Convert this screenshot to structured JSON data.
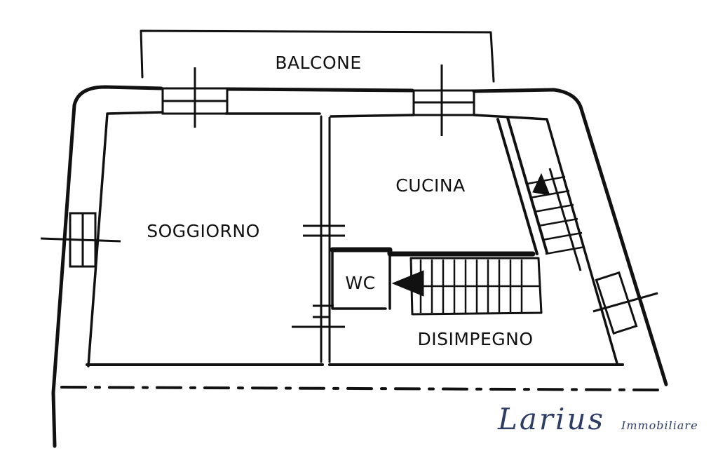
{
  "rooms": {
    "balcone": "BALCONE",
    "cucina": "CUCINA",
    "soggiorno": "SOGGIORNO",
    "wc": "WC",
    "disimpegno": "DISIMPEGNO"
  },
  "brand": {
    "name": "Larius",
    "tagline": "Immobiliare",
    "color": "#2e3d66"
  },
  "colors": {
    "ink": "#111111",
    "background": "#ffffff"
  }
}
